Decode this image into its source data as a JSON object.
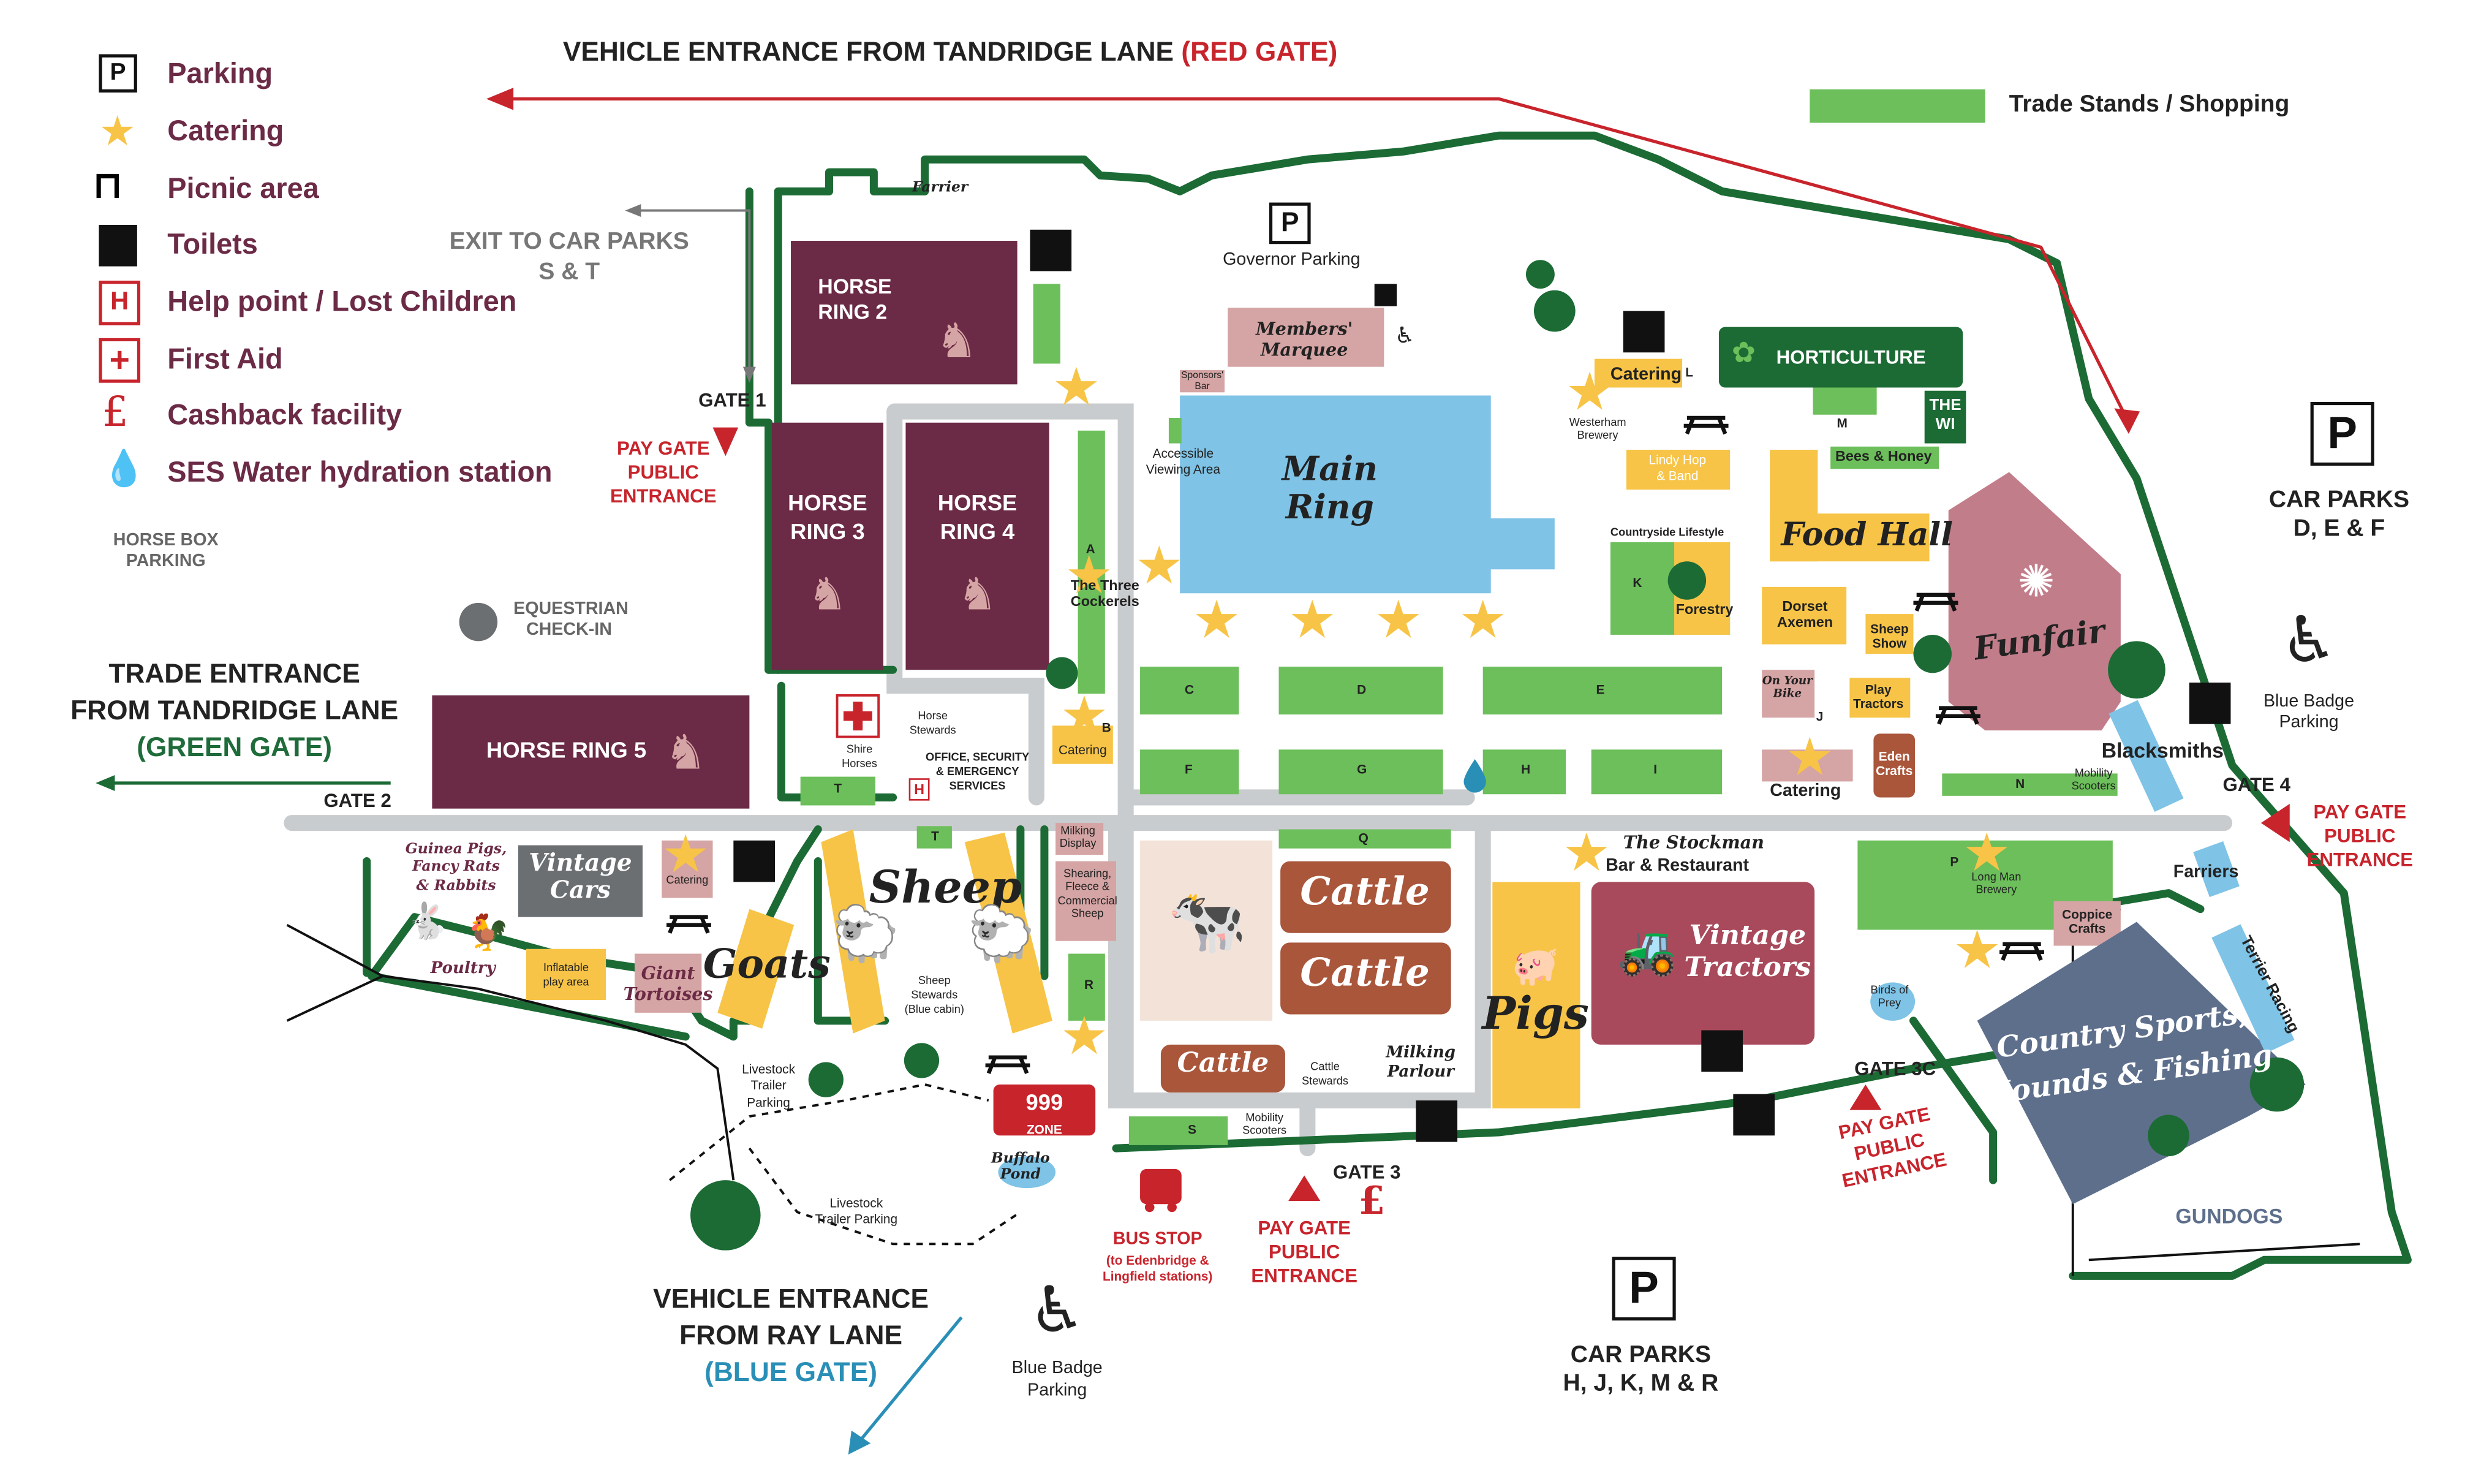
{
  "legend": {
    "items": [
      {
        "icon": "parking-icon",
        "label": "Parking"
      },
      {
        "icon": "catering-star-icon",
        "label": "Catering"
      },
      {
        "icon": "picnic-table-icon",
        "label": "Picnic area"
      },
      {
        "icon": "toilets-icon",
        "label": "Toilets"
      },
      {
        "icon": "help-point-icon",
        "label": "Help point / Lost Children"
      },
      {
        "icon": "first-aid-icon",
        "label": "First Aid"
      },
      {
        "icon": "cashback-icon",
        "label": "Cashback facility"
      },
      {
        "icon": "water-drop-icon",
        "label": "SES Water hydration station"
      }
    ],
    "trade_key": "Trade Stands / Shopping"
  },
  "entrances": {
    "red_gate_prefix": "VEHICLE ENTRANCE FROM TANDRIDGE LANE",
    "red_gate_suffix": "(RED GATE)",
    "green_gate_line1": "TRADE ENTRANCE",
    "green_gate_line2": "FROM TANDRIDGE LANE",
    "green_gate_line3": "(GREEN GATE)",
    "blue_gate_line1": "VEHICLE ENTRANCE",
    "blue_gate_line2": "FROM RAY LANE",
    "blue_gate_line3": "(BLUE GATE)",
    "exit_line1": "EXIT TO CAR PARKS",
    "exit_line2": "S & T"
  },
  "gates": {
    "gate1": "GATE 1",
    "gate2": "GATE 2",
    "gate3": "GATE 3",
    "gate3c": "GATE 3C",
    "gate4": "GATE 4",
    "pay_gate_1": "PAY GATE",
    "pay_gate_2": "PUBLIC",
    "pay_gate_3": "ENTRANCE"
  },
  "car_parks": {
    "def_line1": "CAR PARKS",
    "def_line2": "D, E & F",
    "hjk_line1": "CAR PARKS",
    "hjk_line2": "H, J, K, M & R",
    "p": "P",
    "blue_badge_1": "Blue Badge",
    "blue_badge_2": "Parking",
    "horse_box_1": "HORSE BOX",
    "horse_box_2": "PARKING",
    "equestrian_1": "EQUESTRIAN",
    "equestrian_2": "CHECK-IN",
    "governor": "Governor Parking",
    "livestock_trailer_1": "Livestock",
    "livestock_trailer_2": "Trailer",
    "livestock_trailer_3": "Parking",
    "livestock_trailer_b1": "Livestock",
    "livestock_trailer_b2": "Trailer Parking"
  },
  "rings": {
    "horse_ring_2a": "HORSE",
    "horse_ring_2b": "RING 2",
    "horse_ring_3a": "HORSE",
    "horse_ring_3b": "RING 3",
    "horse_ring_4a": "HORSE",
    "horse_ring_4b": "RING 4",
    "horse_ring_5": "HORSE RING 5",
    "main_ring_1": "Main",
    "main_ring_2": "Ring"
  },
  "areas": {
    "farrier": "Farrier",
    "members_marquee_1": "Members'",
    "members_marquee_2": "Marquee",
    "sponsors_bar_1": "Sponsors'",
    "sponsors_bar_2": "Bar",
    "accessible_1": "Accessible",
    "accessible_2": "Viewing Area",
    "three_cockerels_1": "The Three",
    "three_cockerels_2": "Cockerels",
    "catering": "Catering",
    "horse_stewards_1": "Horse",
    "horse_stewards_2": "Stewards",
    "office_1": "OFFICE, SECURITY",
    "office_2": "& EMERGENCY",
    "office_3": "SERVICES",
    "shire_1": "Shire",
    "shire_2": "Horses",
    "milking_display_1": "Milking",
    "milking_display_2": "Display",
    "shearing_1": "Shearing,",
    "shearing_2": "Fleece &",
    "shearing_3": "Commercial",
    "shearing_4": "Sheep",
    "sheep": "Sheep",
    "sheep_stewards_1": "Sheep",
    "sheep_stewards_2": "Stewards",
    "sheep_stewards_3": "(Blue cabin)",
    "goats": "Goats",
    "vintage_cars_1": "Vintage",
    "vintage_cars_2": "Cars",
    "guinea_1": "Guinea Pigs,",
    "guinea_2": "Fancy Rats",
    "guinea_3": "& Rabbits",
    "poultry": "Poultry",
    "inflatable_1": "Inflatable",
    "inflatable_2": "play area",
    "tortoises_1": "Giant",
    "tortoises_2": "Tortoises",
    "zone_999_1": "999",
    "zone_999_2": "ZONE",
    "buffalo_1": "Buffalo",
    "buffalo_2": "Pond",
    "bus_stop_1": "BUS STOP",
    "bus_stop_2": "(to Edenbridge &",
    "bus_stop_3": "Lingfield stations)",
    "cattle_1": "Cattle",
    "cattle_2": "Cattle",
    "cattle_3": "Cattle",
    "cattle_stewards_1": "Cattle",
    "cattle_stewards_2": "Stewards",
    "milking_parlour_1": "Milking",
    "milking_parlour_2": "Parlour",
    "mobility_1": "Mobility",
    "mobility_2": "Scooters",
    "pigs": "Pigs",
    "stockman_1": "The Stockman",
    "stockman_2": "Bar & Restaurant",
    "vintage_tractors_1": "Vintage",
    "vintage_tractors_2": "Tractors",
    "horticulture": "HORTICULTURE",
    "the_wi_1": "THE",
    "the_wi_2": "WI",
    "bees_honey": "Bees & Honey",
    "westerham_1": "Westerham",
    "westerham_2": "Brewery",
    "lindy_hop_1": "Lindy Hop",
    "lindy_hop_2": "& Band",
    "countryside": "Countryside Lifestyle",
    "forestry": "Forestry",
    "food_hall": "Food Hall",
    "funfair": "Funfair",
    "dorset_1": "Dorset",
    "dorset_2": "Axemen",
    "sheep_show_1": "Sheep",
    "sheep_show_2": "Show",
    "on_your_bike_1": "On Your",
    "on_your_bike_2": "Bike",
    "play_tractors_1": "Play",
    "play_tractors_2": "Tractors",
    "eden_crafts_1": "Eden",
    "eden_crafts_2": "Crafts",
    "blacksmiths": "Blacksmiths",
    "farriers": "Farriers",
    "long_man_1": "Long Man",
    "long_man_2": "Brewery",
    "coppice_1": "Coppice",
    "coppice_2": "Crafts",
    "birds_of_prey_1": "Birds of",
    "birds_of_prey_2": "Prey",
    "terrier_racing": "Terrier Racing",
    "country_sports_1": "Country Sports,",
    "country_sports_2": "Hounds & Fishing",
    "gundogs": "GUNDOGS"
  },
  "trade_rows": [
    "A",
    "B",
    "C",
    "D",
    "E",
    "F",
    "G",
    "H",
    "I",
    "J",
    "K",
    "L",
    "M",
    "N",
    "P",
    "Q",
    "R",
    "S",
    "T",
    "T"
  ],
  "colors": {
    "maroon": "#6b2a45",
    "hedge": "#1c6b35",
    "trade_green": "#6cbf5a",
    "catering_yellow": "#f7c447",
    "main_ring_blue": "#7fc3e6",
    "cattle_brown": "#a9563b",
    "funfair_pink": "#c27d8a",
    "country_sports_slate": "#5e6f8c",
    "road_grey": "#c9ccce",
    "red": "#c8242c"
  }
}
